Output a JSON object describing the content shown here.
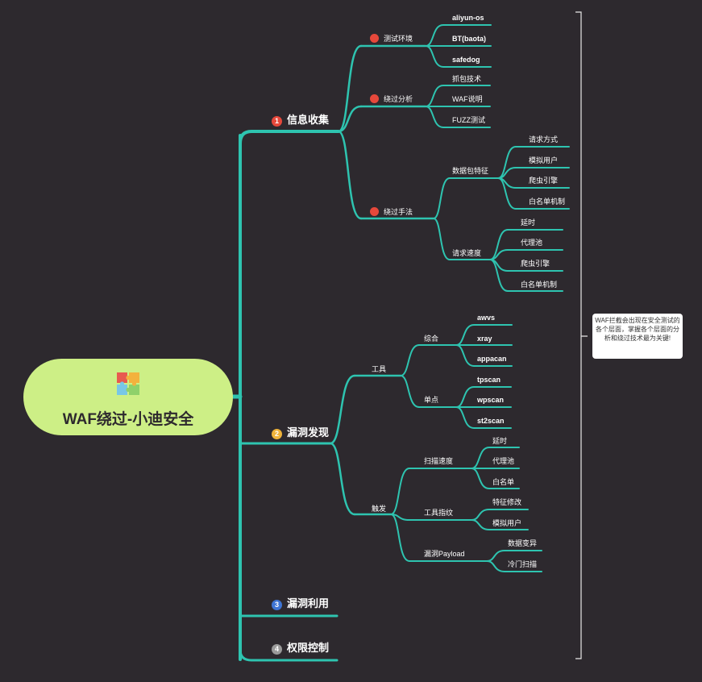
{
  "colors": {
    "background": "#2d292e",
    "line": "#2ec4b0",
    "root_fill": "#cdef86",
    "badge_red": "#e6483b",
    "badge_orange": "#f0b33a",
    "badge_blue": "#3e74d4",
    "badge_gray": "#9a9a9a"
  },
  "root": {
    "title": "WAF绕过-小迪安全",
    "icon": "puzzle-icon"
  },
  "branches": {
    "info": {
      "number": "1",
      "label": "信息收集",
      "test_env": {
        "label": "测试环境",
        "items": [
          "aliyun-os",
          "BT(baota)",
          "safedog"
        ]
      },
      "bypass_analysis": {
        "label": "绕过分析",
        "items": [
          "抓包技术",
          "WAF说明",
          "FUZZ测试"
        ]
      },
      "bypass_methods": {
        "label": "绕过手法",
        "packet_features": {
          "label": "数据包特征",
          "items": [
            "请求方式",
            "模拟用户",
            "爬虫引擎",
            "白名单机制"
          ]
        },
        "request_speed": {
          "label": "请求速度",
          "items": [
            "延时",
            "代理池",
            "爬虫引擎",
            "白名单机制"
          ]
        }
      }
    },
    "vuln_discovery": {
      "number": "2",
      "label": "漏洞发现",
      "tools": {
        "label": "工具",
        "general": {
          "label": "综合",
          "items": [
            "awvs",
            "xray",
            "appacan"
          ]
        },
        "single": {
          "label": "单点",
          "items": [
            "tpscan",
            "wpscan",
            "st2scan"
          ]
        }
      },
      "trigger": {
        "label": "触发",
        "scan_speed": {
          "label": "扫描速度",
          "items": [
            "延时",
            "代理池",
            "白名单"
          ]
        },
        "tool_fingerprint": {
          "label": "工具指纹",
          "items": [
            "特征修改",
            "模拟用户"
          ]
        },
        "vuln_payload": {
          "label": "漏洞Payload",
          "items": [
            "数据变异",
            "冷门扫描"
          ]
        }
      }
    },
    "vuln_exploit": {
      "number": "3",
      "label": "漏洞利用"
    },
    "privilege": {
      "number": "4",
      "label": "权限控制"
    }
  },
  "summary_note": "WAF拦截会出现在安全测试的各个层面，掌握各个层面的分析和绕过技术最为关键!"
}
